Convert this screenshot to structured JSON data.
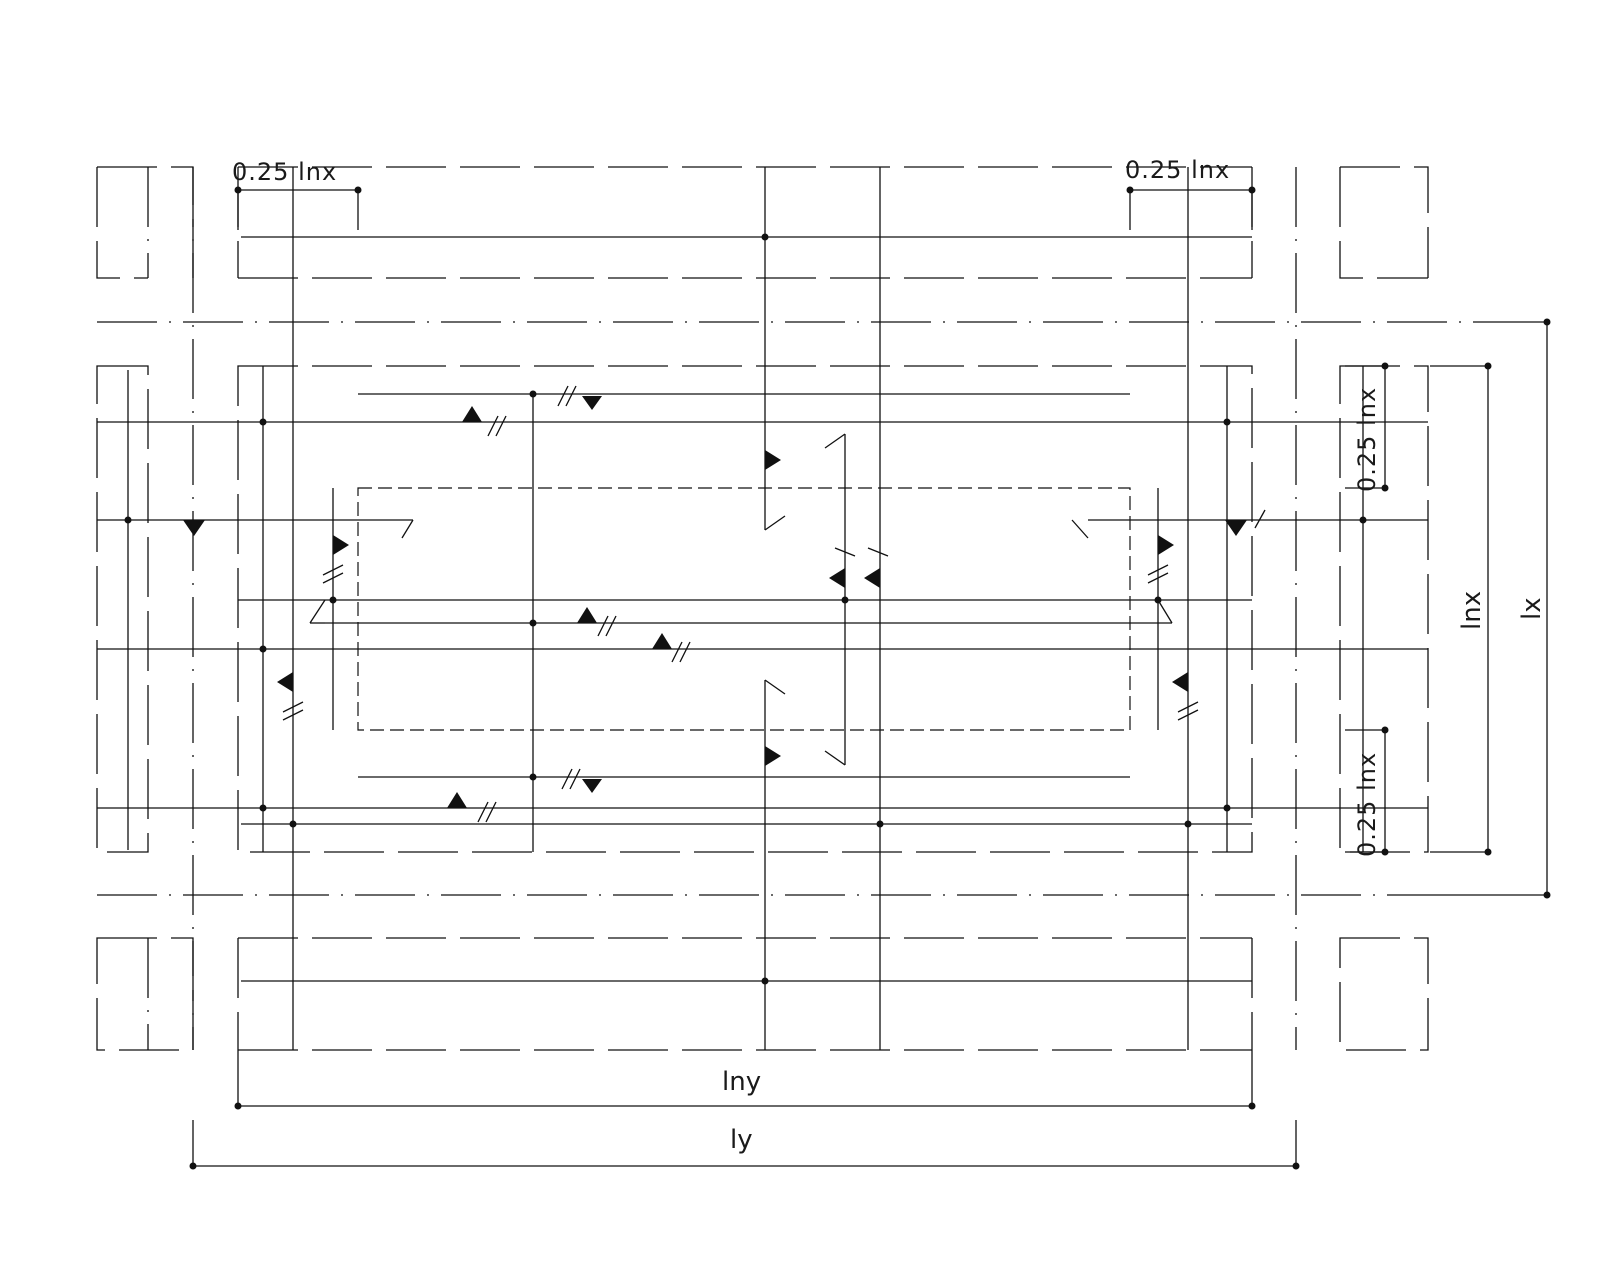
{
  "labels": {
    "dim_top_left": "0.25 lnx",
    "dim_top_right": "0.25 lnx",
    "dim_right_upper": "0.25 lnx",
    "dim_right_lower": "0.25 lnx",
    "dim_lnx": "lnx",
    "dim_lx": "lx",
    "dim_lny": "lny",
    "dim_ly": "ly"
  },
  "colors": {
    "line": "#111111",
    "background": "#ffffff"
  }
}
